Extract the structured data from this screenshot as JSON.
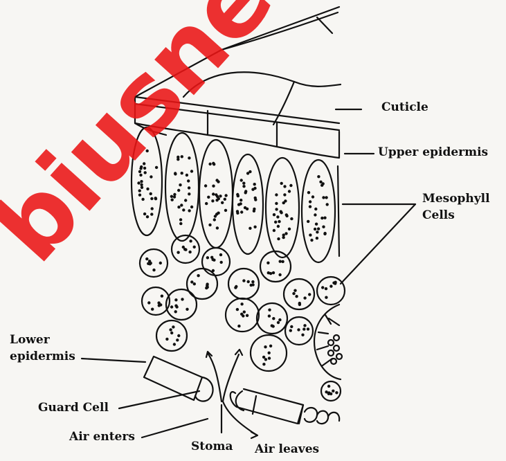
{
  "labels": {
    "cuticle": "Cuticle",
    "upper_epidermis": "Upper epidermis",
    "mesophyll_line1": "Mesophyll",
    "mesophyll_line2": "Cells",
    "lower_line1": "Lower",
    "lower_line2": "epidermis",
    "guard_cell": "Guard Cell",
    "air_enters": "Air enters",
    "stoma": "Stoma",
    "air_leaves": "Air leaves"
  },
  "watermark": "biusnesthub",
  "colors": {
    "ink": "#111111",
    "watermark": "#eb1414",
    "background": "#f7f6f3"
  }
}
